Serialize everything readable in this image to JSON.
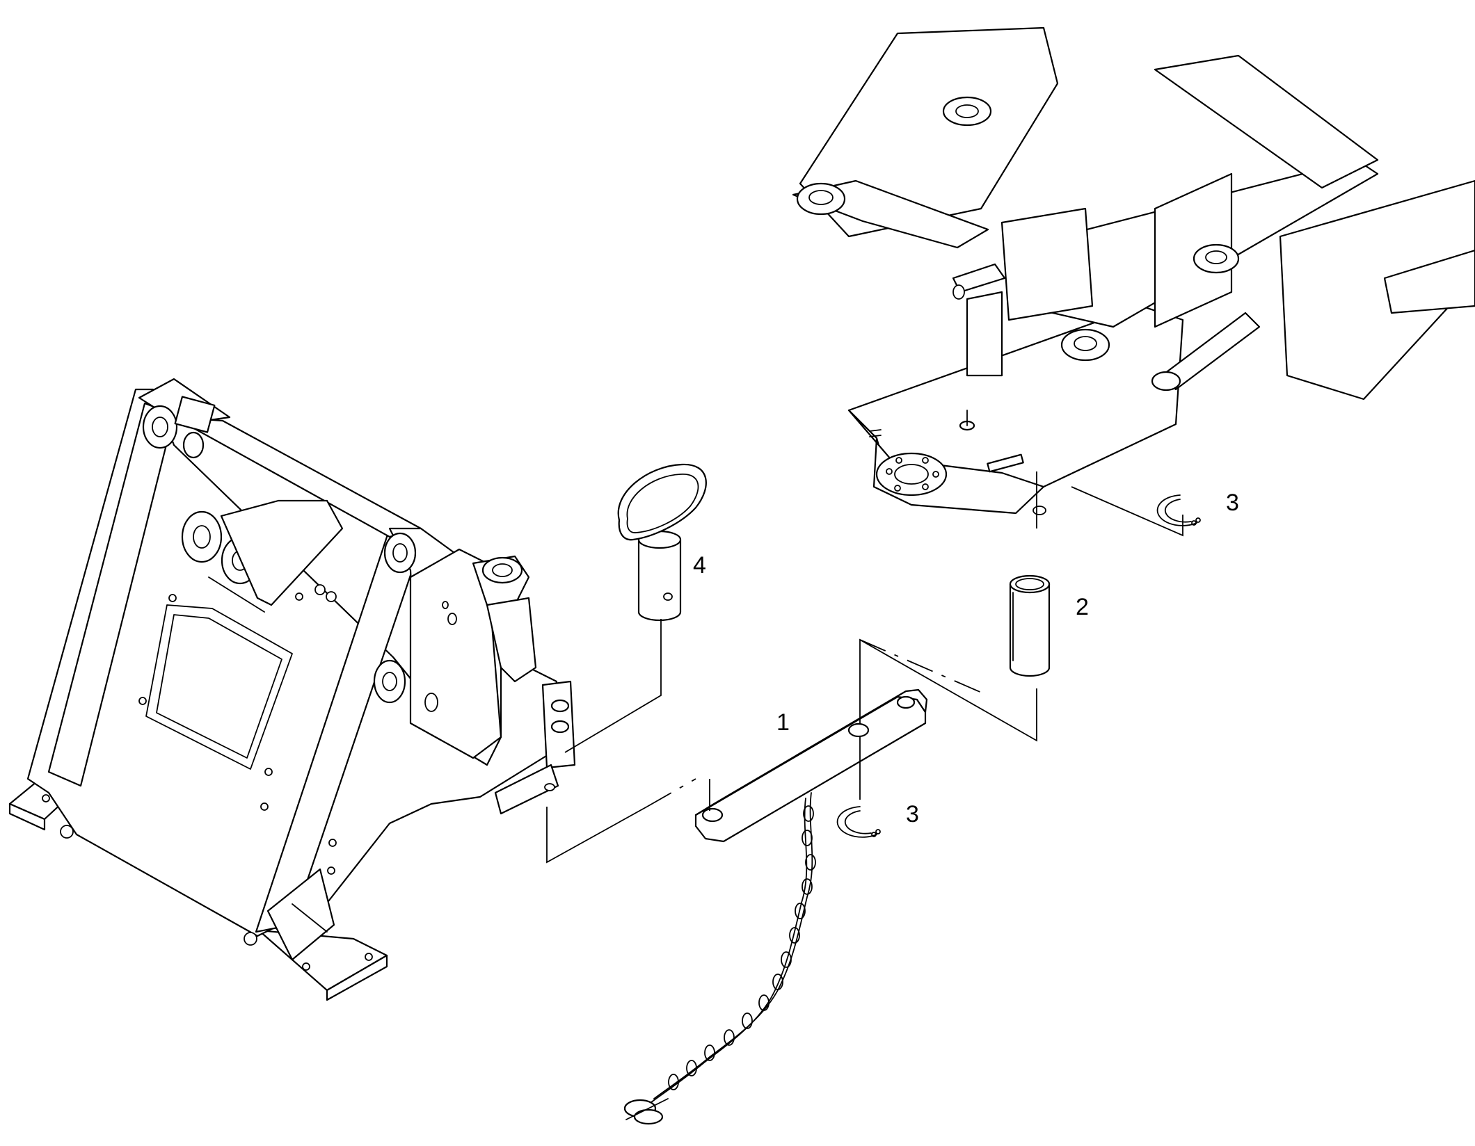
{
  "diagram": {
    "callouts": [
      {
        "id": "1",
        "label": "1"
      },
      {
        "id": "2",
        "label": "2"
      },
      {
        "id": "3a",
        "label": "3"
      },
      {
        "id": "3b",
        "label": "3"
      },
      {
        "id": "4",
        "label": "4"
      }
    ]
  }
}
